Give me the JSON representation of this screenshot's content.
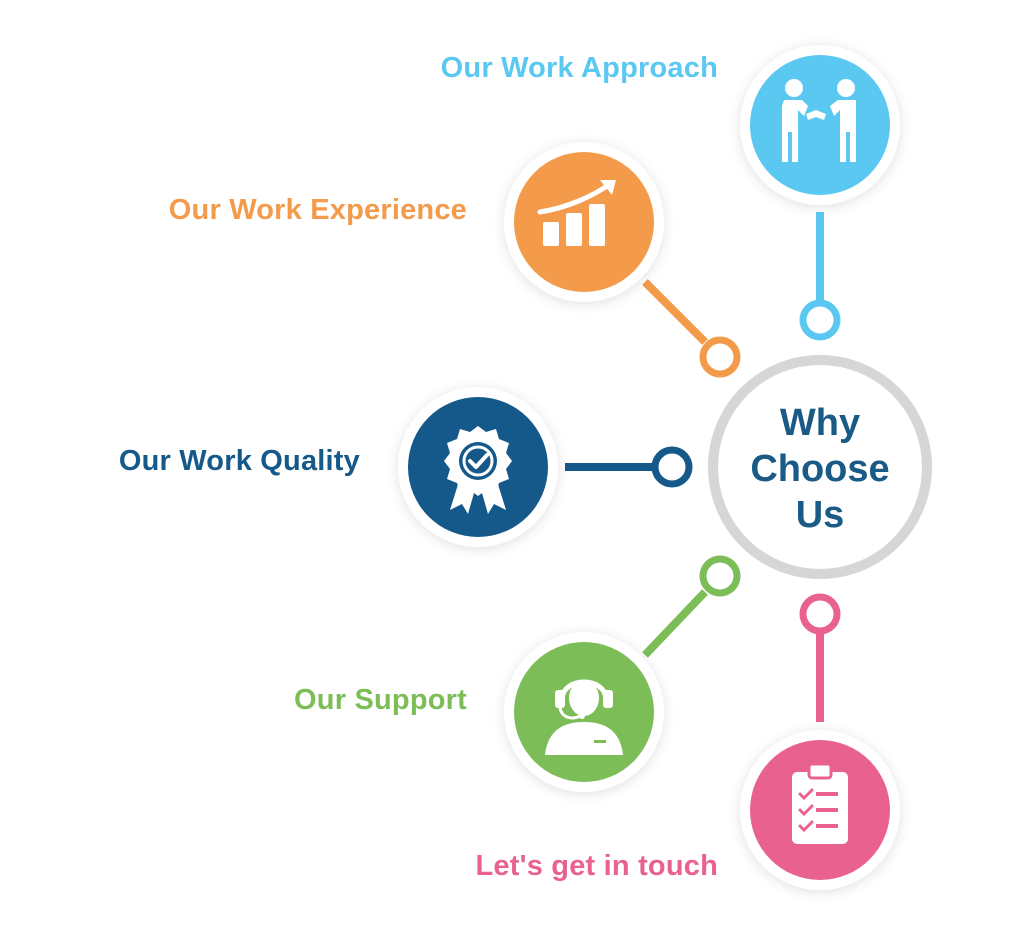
{
  "center": {
    "line1": "Why",
    "line2": "Choose",
    "line3": "Us"
  },
  "items": [
    {
      "id": "approach",
      "label": "Our Work Approach",
      "color": "#5bc8f2",
      "icon": "handshake-icon"
    },
    {
      "id": "experience",
      "label": "Our Work Experience",
      "color": "#f39b4a",
      "icon": "growth-chart-icon"
    },
    {
      "id": "quality",
      "label": "Our Work Quality",
      "color": "#14598a",
      "icon": "quality-badge-icon"
    },
    {
      "id": "support",
      "label": "Our Support",
      "color": "#7dbd58",
      "icon": "support-agent-icon"
    },
    {
      "id": "touch",
      "label": "Let's get in touch",
      "color": "#e9628f",
      "icon": "clipboard-checklist-icon"
    }
  ],
  "colors": {
    "center_ring": "#d6d6d6",
    "center_text": "#1a5a86",
    "icon_fg": "#ffffff"
  }
}
